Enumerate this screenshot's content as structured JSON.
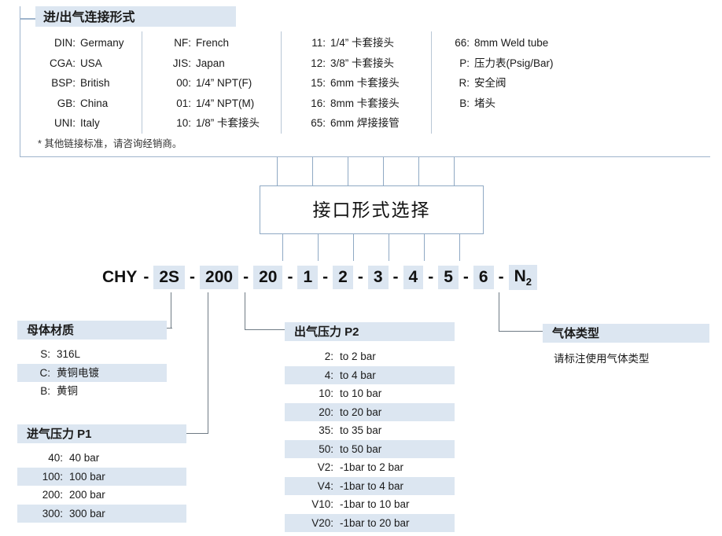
{
  "top_panel": {
    "title": "进/出气连接形式",
    "footnote": "* 其他链接标准，请咨询经销商。",
    "columns": [
      {
        "items": [
          {
            "code": "DIN:",
            "desc": "Germany"
          },
          {
            "code": "CGA:",
            "desc": "USA"
          },
          {
            "code": "BSP:",
            "desc": "British"
          },
          {
            "code": "GB:",
            "desc": "China"
          },
          {
            "code": "UNI:",
            "desc": "Italy"
          }
        ]
      },
      {
        "items": [
          {
            "code": "NF:",
            "desc": "French"
          },
          {
            "code": "JIS:",
            "desc": "Japan"
          },
          {
            "code": "00:",
            "desc": "1/4” NPT(F)"
          },
          {
            "code": "01:",
            "desc": "1/4” NPT(M)"
          },
          {
            "code": "10:",
            "desc": "1/8” 卡套接头"
          }
        ]
      },
      {
        "items": [
          {
            "code": "11:",
            "desc": "1/4” 卡套接头"
          },
          {
            "code": "12:",
            "desc": "3/8” 卡套接头"
          },
          {
            "code": "15:",
            "desc": "6mm 卡套接头"
          },
          {
            "code": "16:",
            "desc": "8mm 卡套接头"
          },
          {
            "code": "65:",
            "desc": "6mm 焊接接管"
          }
        ]
      },
      {
        "items": [
          {
            "code": "66:",
            "desc": "8mm Weld tube"
          },
          {
            "code": "P:",
            "desc": "压力表(Psig/Bar)"
          },
          {
            "code": "R:",
            "desc": "安全阀"
          },
          {
            "code": "B:",
            "desc": "堵头"
          }
        ]
      }
    ]
  },
  "center_box": {
    "label": "接口形式选择"
  },
  "code_line": {
    "segments": [
      {
        "text": "CHY",
        "highlight": false
      },
      {
        "text": "2S",
        "highlight": true
      },
      {
        "text": "200",
        "highlight": true
      },
      {
        "text": "20",
        "highlight": true
      },
      {
        "text": "1",
        "highlight": true
      },
      {
        "text": "2",
        "highlight": true
      },
      {
        "text": "3",
        "highlight": true
      },
      {
        "text": "4",
        "highlight": true
      },
      {
        "text": "5",
        "highlight": true
      },
      {
        "text": "6",
        "highlight": true
      }
    ],
    "separator": "-",
    "gas_segment": {
      "text": "N",
      "subscript": "2",
      "highlight": true
    }
  },
  "material": {
    "title": "母体材质",
    "rows": [
      {
        "code": "S:",
        "desc": "316L",
        "highlight": false
      },
      {
        "code": "C:",
        "desc": "黄铜电镀",
        "highlight": true
      },
      {
        "code": "B:",
        "desc": "黄铜",
        "highlight": false
      }
    ]
  },
  "inlet_pressure": {
    "title": "进气压力 P1",
    "rows": [
      {
        "code": "40:",
        "desc": "40 bar",
        "highlight": false
      },
      {
        "code": "100:",
        "desc": "100 bar",
        "highlight": true
      },
      {
        "code": "200:",
        "desc": "200 bar",
        "highlight": false
      },
      {
        "code": "300:",
        "desc": "300 bar",
        "highlight": true
      }
    ]
  },
  "outlet_pressure": {
    "title": "出气压力 P2",
    "rows": [
      {
        "code": "2:",
        "desc": "to 2 bar",
        "highlight": false
      },
      {
        "code": "4:",
        "desc": "to 4 bar",
        "highlight": true
      },
      {
        "code": "10:",
        "desc": "to 10 bar",
        "highlight": false
      },
      {
        "code": "20:",
        "desc": "to 20 bar",
        "highlight": true
      },
      {
        "code": "35:",
        "desc": "to 35 bar",
        "highlight": false
      },
      {
        "code": "50:",
        "desc": "to 50 bar",
        "highlight": true
      },
      {
        "code": "V2:",
        "desc": "-1bar to 2 bar",
        "highlight": false
      },
      {
        "code": "V4:",
        "desc": "-1bar to 4 bar",
        "highlight": true
      },
      {
        "code": "V10:",
        "desc": "-1bar to 10 bar",
        "highlight": false
      },
      {
        "code": "V20:",
        "desc": "-1bar to 20 bar",
        "highlight": true
      }
    ]
  },
  "gas_type": {
    "title": "气体类型",
    "note": "请标注使用气体类型"
  },
  "colors": {
    "highlight_band": "#dce6f1",
    "line_blue": "#8fa9c4",
    "line_gray": "#6f7b85"
  }
}
